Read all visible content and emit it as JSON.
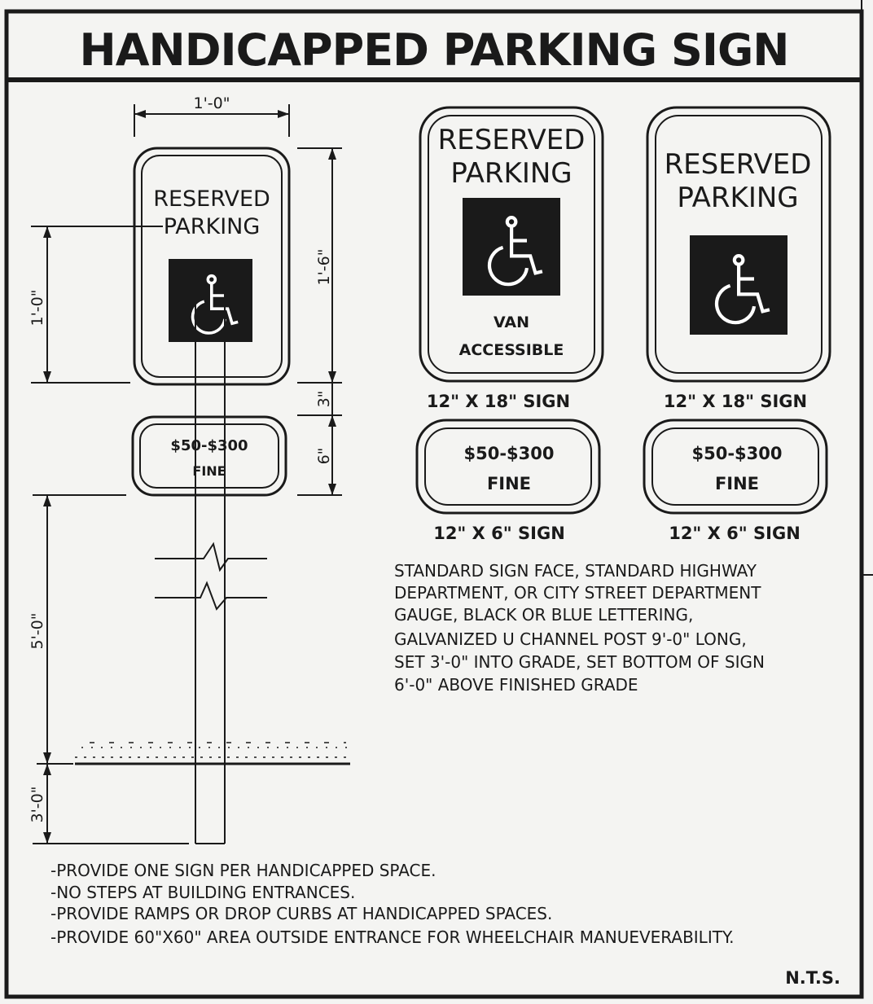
{
  "title": "HANDICAPPED PARKING SIGN",
  "left_sign": {
    "line1": "RESERVED",
    "line2": "PARKING",
    "fine_line1": "$50-$300",
    "fine_line2": "FINE"
  },
  "dimensions": {
    "sign_width": "1'-0\"",
    "sign_height": "1'-6\"",
    "symbol_height": "1'-0\"",
    "gap": "3\"",
    "fine_height": "6\"",
    "post_above_grade": "5'-0\"",
    "post_below_grade": "3'-0\""
  },
  "van_sign": {
    "line1": "RESERVED",
    "line2": "PARKING",
    "line3": "VAN",
    "line4": "ACCESSIBLE",
    "size_label": "12\" X 18\" SIGN",
    "fine_line1": "$50-$300",
    "fine_line2": "FINE",
    "fine_size_label": "12\" X 6\" SIGN"
  },
  "std_sign": {
    "line1": "RESERVED",
    "line2": "PARKING",
    "size_label": "12\" X 18\" SIGN",
    "fine_line1": "$50-$300",
    "fine_line2": "FINE",
    "fine_size_label": "12\" X 6\" SIGN"
  },
  "spec_lines": [
    "STANDARD SIGN FACE, STANDARD HIGHWAY",
    "DEPARTMENT, OR CITY STREET DEPARTMENT",
    "GAUGE, BLACK OR BLUE LETTERING,",
    "GALVANIZED U CHANNEL POST 9'-0\" LONG,",
    "SET 3'-0\" INTO GRADE, SET BOTTOM OF SIGN",
    "6'-0\" ABOVE FINISHED GRADE"
  ],
  "notes": [
    "-PROVIDE ONE SIGN PER HANDICAPPED SPACE.",
    "-NO STEPS AT BUILDING ENTRANCES.",
    "-PROVIDE RAMPS OR DROP CURBS AT HANDICAPPED SPACES.",
    "-PROVIDE 60\"X60\" AREA OUTSIDE ENTRANCE FOR WHEELCHAIR MANUEVERABILITY."
  ],
  "scale_note": "N.T.S."
}
